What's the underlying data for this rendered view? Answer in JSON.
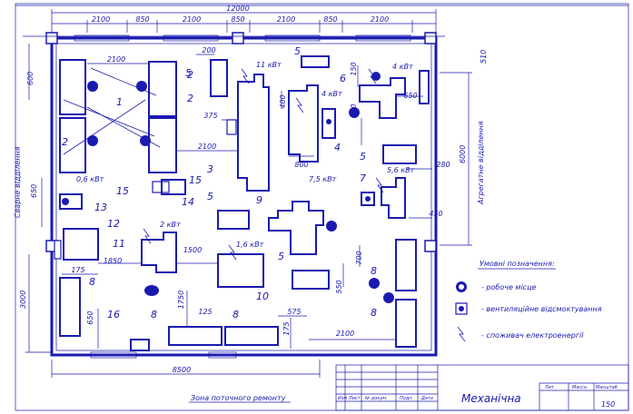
{
  "dims": {
    "total_top": "12000",
    "top_segments": [
      "2100",
      "850",
      "2100",
      "850",
      "2100",
      "850",
      "2100"
    ],
    "total_bottom": "8500",
    "left_600": "600",
    "left_650": "650",
    "left_3000": "3000",
    "right_6000": "6000",
    "right_510": "510",
    "d_2100_a": "2100",
    "d_200": "200",
    "d_375": "375",
    "d_2100_b": "2100",
    "d_400": "400",
    "d_800": "800",
    "d_150": "150",
    "d_600": "600",
    "d_650": "650",
    "d_280": "280",
    "d_450": "450",
    "d_1500": "1500",
    "d_1850": "1850",
    "d_175": "175",
    "d_650b": "650",
    "d_1750": "1750",
    "d_125": "125",
    "d_575": "575",
    "d_175b": "175",
    "d_2100_c": "2100",
    "d_550": "550",
    "d_700": "700"
  },
  "power": {
    "p11": "11 кВт",
    "p4a": "4 кВт",
    "p4b": "4 кВт",
    "p06": "0,6 кВт",
    "p75": "7,5 кВт",
    "p56": "5,6 кВт",
    "p2": "2 кВт",
    "p16": "1,6 кВт"
  },
  "numbers": {
    "n1": "1",
    "n2a": "2",
    "n2b": "2",
    "n2c": "2",
    "n3": "3",
    "n4": "4",
    "n5a": "5",
    "n5b": "5",
    "n5c": "5",
    "n5d": "5",
    "n6": "6",
    "n7": "7",
    "n8a": "8",
    "n8b": "8",
    "n8c": "8",
    "n8d": "8",
    "n8e": "8",
    "n9": "9",
    "n10": "10",
    "n11": "11",
    "n12": "12",
    "n13": "13",
    "n14": "14",
    "n15a": "15",
    "n15b": "15",
    "n16": "16"
  },
  "zones": {
    "left": "Сварне відділення",
    "right": "Агрегатне відділення",
    "bottom": "Зона поточного ремонту"
  },
  "legend": {
    "title": "Умовні позначення:",
    "workplace": "- робоче місце",
    "ventilation": "- вентиляційне відсмоктування",
    "consumer": "- споживач електроенергії"
  },
  "title_block": {
    "name": "Механічна",
    "col1": "Изм",
    "col2": "Лист",
    "col3": "№ докум.",
    "col4": "Подп.",
    "col5": "Дата",
    "lit": "Лит",
    "mass": "Масса",
    "scale": "Масштаб",
    "scale_val": "150"
  },
  "colors": {
    "ink": "#1a1ab0",
    "background": "#ffffff"
  }
}
